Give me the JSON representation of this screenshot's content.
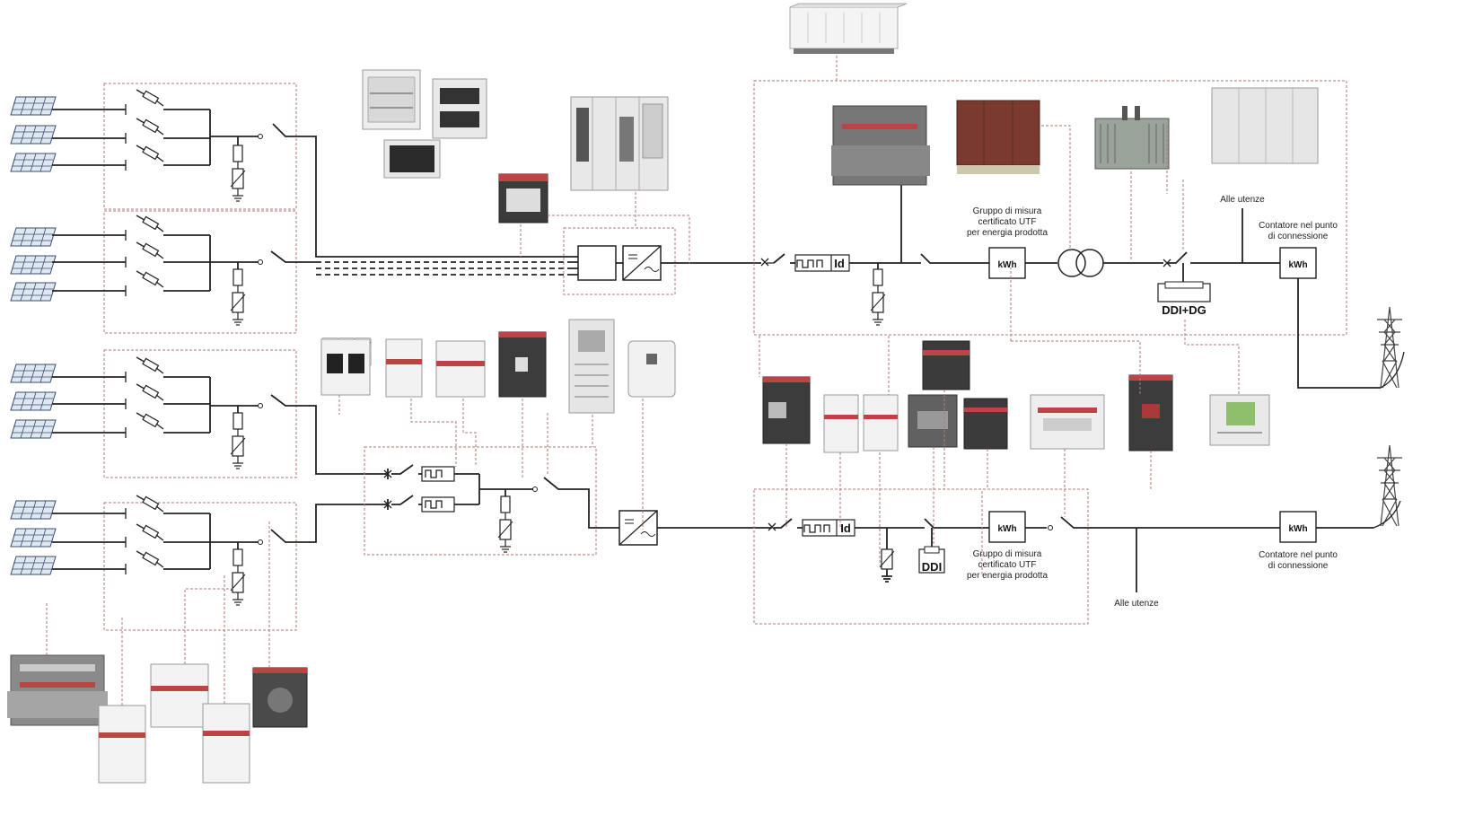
{
  "labels": {
    "meter_box": "kWh",
    "residual_current": "Id",
    "interface_protection_mv": "DDI+DG",
    "interface_protection_lv": "DDI",
    "mv_measure_group": [
      "Gruppo di misura",
      "certificato UTF",
      "per energia prodotta"
    ],
    "lv_measure_group": [
      "Gruppo di misura",
      "certificato UTF",
      "per energia prodotta"
    ],
    "mv_loads": "Alle utenze",
    "lv_loads": "Alle utenze",
    "mv_connection_meter": [
      "Contatore nel punto",
      "di connessione"
    ],
    "lv_connection_meter": [
      "Contatore nel punto",
      "di connessione"
    ]
  },
  "devices": {
    "transformer_substation_icon": "transformer-substation-icon",
    "pv_panel_icon": "solar-panel-icon",
    "pylon_icon": "transmission-tower-icon"
  },
  "colors": {
    "wire": "#222222",
    "link": "#b07a7a",
    "panel": "#8fa8c8",
    "device_dark": "#3c3c3c",
    "device_light": "#f1f1f1"
  }
}
